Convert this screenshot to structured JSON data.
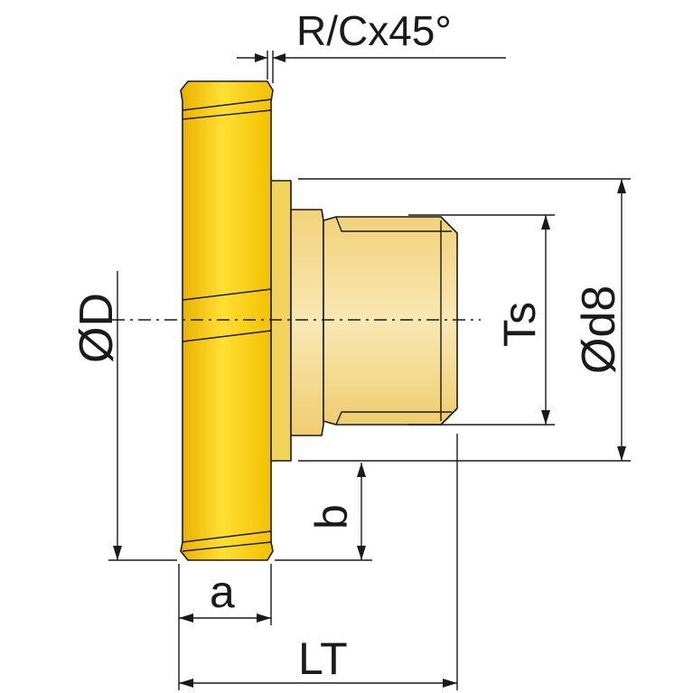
{
  "labels": {
    "chamfer": "R/Cx45°",
    "outer_diameter": "ØD",
    "shank_diameter": "Ød8",
    "thread": "Ts",
    "dim_a": "a",
    "dim_b": "b",
    "overall_length": "LT"
  },
  "colors": {
    "body_fill": "#f5c400",
    "highlight": "#ffe566",
    "shank_fill": "#f6df95",
    "line": "#1a1a1a"
  }
}
